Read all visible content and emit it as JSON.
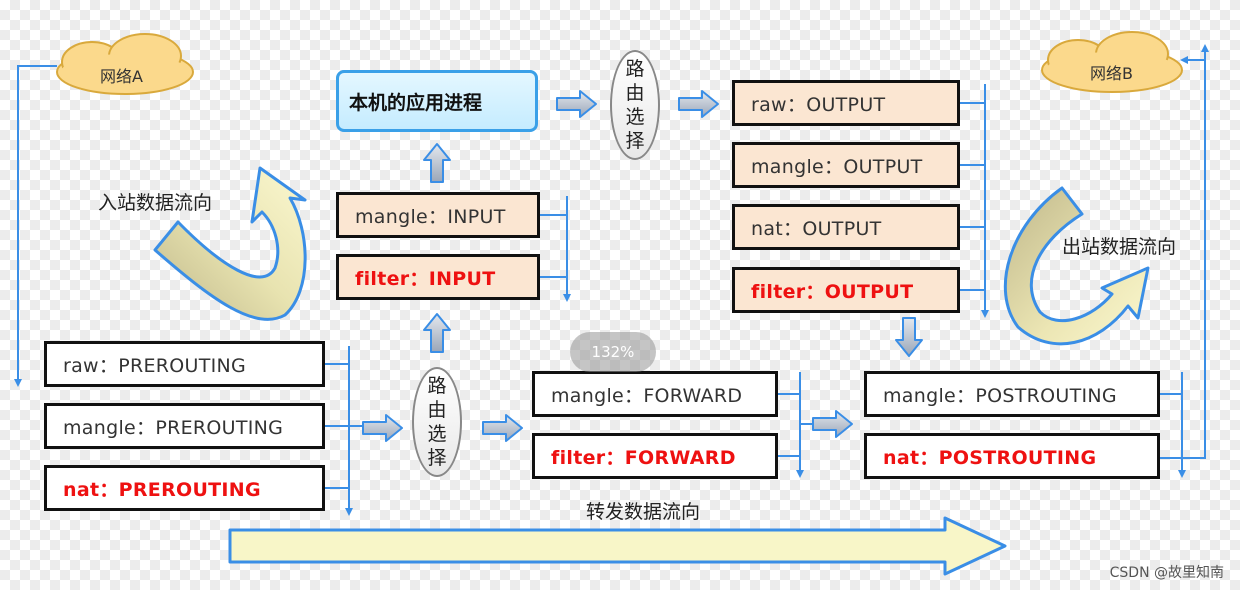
{
  "networks": {
    "a": "网络A",
    "b": "网络B"
  },
  "app_process": "本机的应用进程",
  "routing_label": [
    "路",
    "由",
    "选",
    "择"
  ],
  "inbound_label": "入站数据流向",
  "outbound_label": "出站数据流向",
  "forward_label": "转发数据流向",
  "chains": {
    "raw_prerouting": "raw：PREROUTING",
    "mangle_prerouting": "mangle：PREROUTING",
    "nat_prerouting": "nat：PREROUTING",
    "mangle_input": "mangle：INPUT",
    "filter_input": "filter：INPUT",
    "raw_output": "raw：OUTPUT",
    "mangle_output": "mangle：OUTPUT",
    "nat_output": "nat：OUTPUT",
    "filter_output": "filter：OUTPUT",
    "mangle_forward": "mangle：FORWARD",
    "filter_forward": "filter：FORWARD",
    "mangle_postrouting": "mangle：POSTROUTING",
    "nat_postrouting": "nat：POSTROUTING"
  },
  "zoom_level": "132%",
  "watermark": "CSDN @故里知南",
  "colors": {
    "highlight_text": "#ee1111",
    "chain_fill": "#fbe6d2",
    "connector": "#3a8ee6",
    "flow_arrow": "#f8f6c8"
  }
}
